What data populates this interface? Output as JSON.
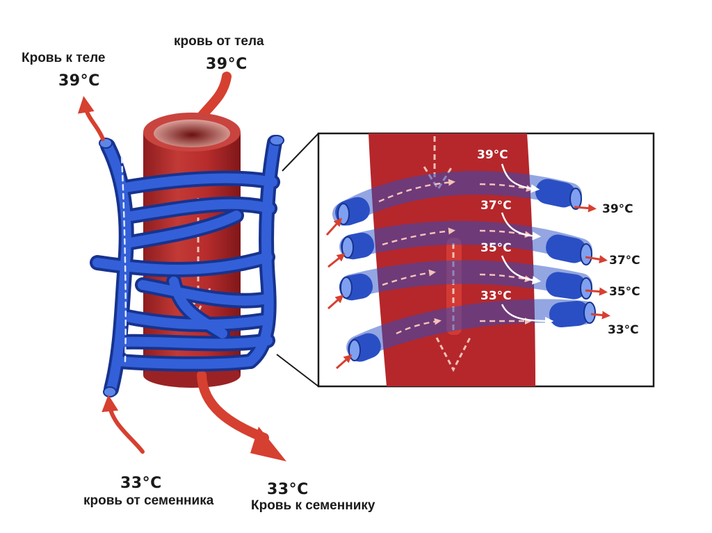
{
  "colors": {
    "artery": "#b72c2c",
    "artery_dark": "#8e1c1f",
    "vein": "#2a4fc4",
    "vein_dark": "#17338f",
    "arrow_red": "#d64030",
    "frame": "#1a1a1a"
  },
  "left": {
    "top_left_caption": "Кровь к теле",
    "top_left_temp": "39°C",
    "top_center_caption": "кровь от тела",
    "top_center_temp": "39°C",
    "bottom_left_temp": "33°C",
    "bottom_left_caption": "кровь от семенника",
    "bottom_right_temp": "33°C",
    "bottom_right_caption": "Кровь к семеннику"
  },
  "inset": {
    "inner_temps": [
      "39°C",
      "37°C",
      "35°C",
      "33°C"
    ],
    "outflow_temps": [
      "39°C",
      "37°C",
      "35°C",
      "33°C"
    ]
  }
}
